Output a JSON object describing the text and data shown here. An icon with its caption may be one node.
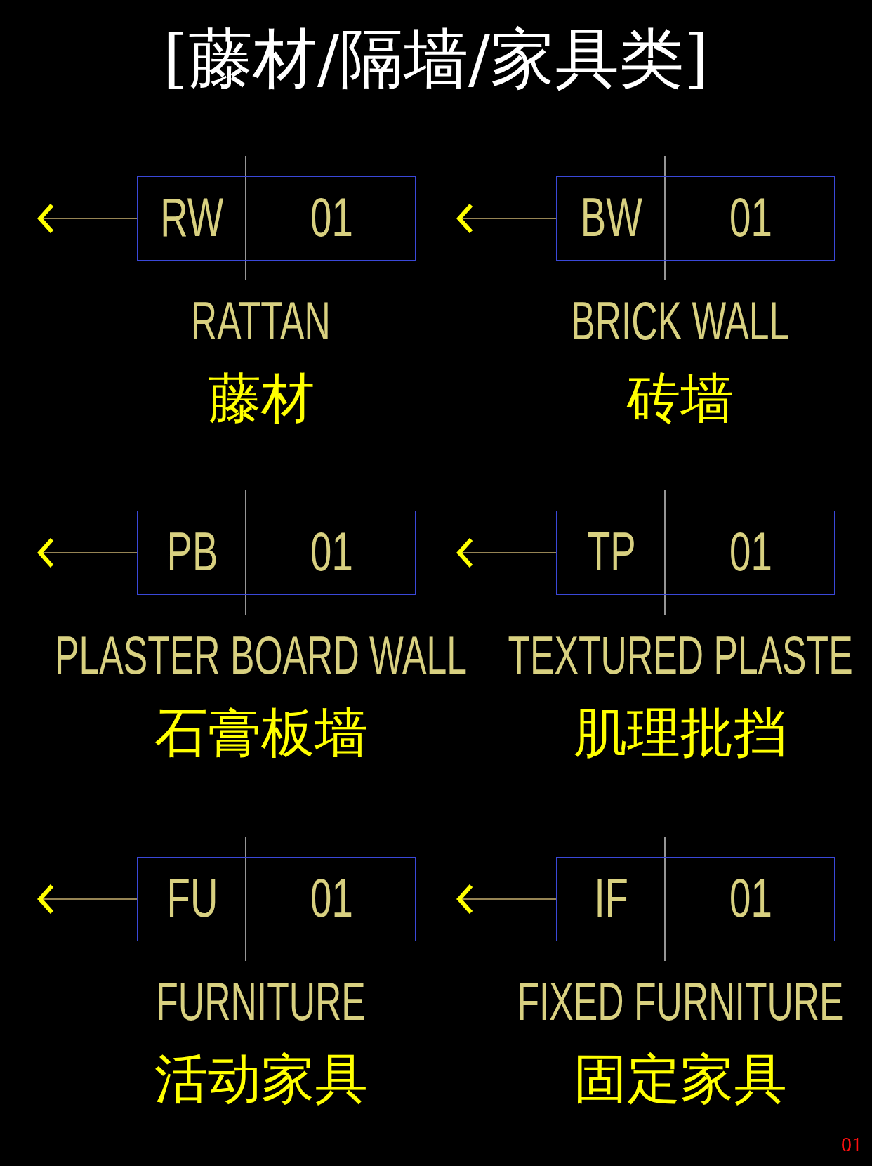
{
  "diagram": {
    "title": "[藤材/隔墙/家具类]",
    "nodes": [
      {
        "text": [
          "RW",
          "01"
        ],
        "beside": [
          "RATTAN",
          "藤材"
        ]
      },
      {
        "text": [
          "BW",
          "01"
        ],
        "beside": [
          "BRICK WALL",
          "砖墙"
        ]
      },
      {
        "text": [
          "PB",
          "01"
        ],
        "beside": [
          "PLASTER BOARD WALL",
          "石膏板墙"
        ]
      },
      {
        "text": [
          "TP",
          "01"
        ],
        "beside": [
          "TEXTURED PLASTE",
          "肌理批挡"
        ]
      },
      {
        "text": [
          "FU",
          "01"
        ],
        "beside": [
          "FURNITURE",
          "活动家具"
        ]
      },
      {
        "text": [
          "IF",
          "01"
        ],
        "beside": [
          "FIXED FURNITURE",
          "固定家具"
        ]
      }
    ],
    "edges": [
      {
        "from": 0,
        "to": null,
        "arrow": "to"
      },
      {
        "from": 1,
        "to": null,
        "arrow": "to"
      },
      {
        "from": 2,
        "to": null,
        "arrow": "to"
      },
      {
        "from": 3,
        "to": null,
        "arrow": "to"
      },
      {
        "from": 4,
        "to": null,
        "arrow": "to"
      },
      {
        "from": 5,
        "to": null,
        "arrow": "to"
      }
    ],
    "labels": [
      "01"
    ]
  }
}
